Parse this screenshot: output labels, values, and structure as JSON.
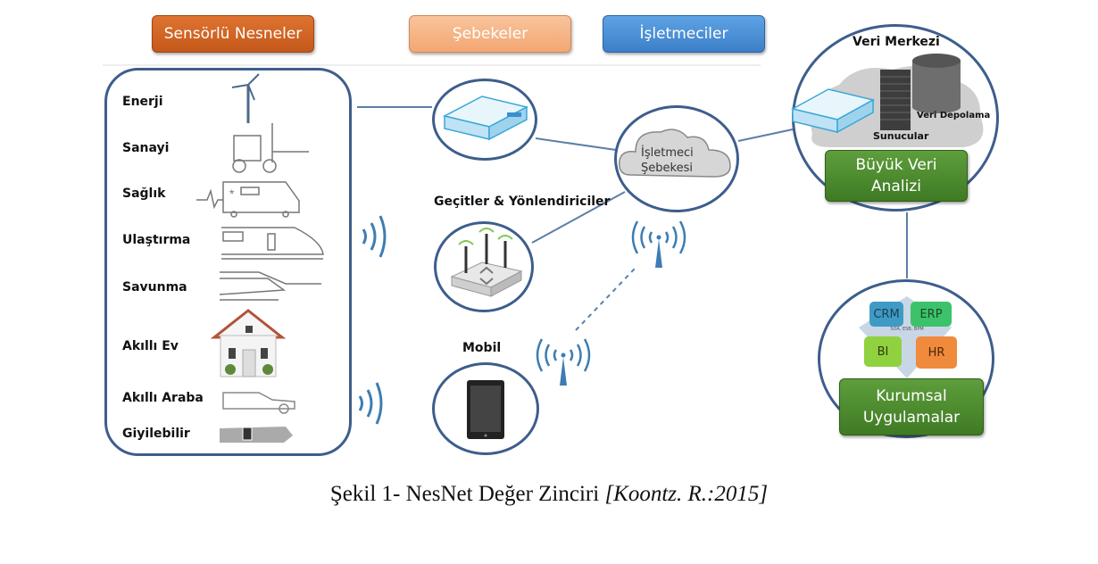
{
  "header_buttons": [
    {
      "label": "Sensörlü Nesneler",
      "color": "#d2651d"
    },
    {
      "label": "Şebekeler",
      "color": "#f6b183"
    },
    {
      "label": "İşletmeciler",
      "color": "#4a8fd6"
    }
  ],
  "sensor_objects": {
    "items": [
      {
        "label": "Enerji",
        "icon": "wind-turbine-icon"
      },
      {
        "label": "Sanayi",
        "icon": "forklift-icon"
      },
      {
        "label": "Sağlık",
        "icon": "ambulance-icon"
      },
      {
        "label": "Ulaştırma",
        "icon": "train-icon"
      },
      {
        "label": "Savunma",
        "icon": "tank-icon"
      },
      {
        "label": "Akıllı Ev",
        "icon": "house-icon"
      },
      {
        "label": "Akıllı Araba",
        "icon": "car-icon"
      },
      {
        "label": "Giyilebilir",
        "icon": "smartwatch-icon"
      }
    ]
  },
  "networks": {
    "gateways_label": "Geçitler & Yönlendiriciler",
    "mobile_label": "Mobil"
  },
  "operators": {
    "cloud_line1": "İşletmeci",
    "cloud_line2": "Şebekesi"
  },
  "data_center": {
    "title": "Veri Merkezi",
    "storage_label": "Veri Depolama",
    "servers_label": "Sunucular",
    "analytics_line1": "Büyük Veri",
    "analytics_line2": "Analizi"
  },
  "enterprise": {
    "tiles": [
      {
        "label": "CRM",
        "color": "#3f9bc4"
      },
      {
        "label": "ERP",
        "color": "#3cc26a"
      },
      {
        "label": "BI",
        "color": "#8fd13f"
      },
      {
        "label": "HR",
        "color": "#f08a3c"
      }
    ],
    "middle_text": "SOA, ESB, BPM",
    "box_line1": "Kurumsal",
    "box_line2": "Uygulamalar"
  },
  "caption": {
    "main": "Şekil 1- NesNet Değer Zinciri ",
    "citation": "[Koontz. R.:2015]"
  }
}
